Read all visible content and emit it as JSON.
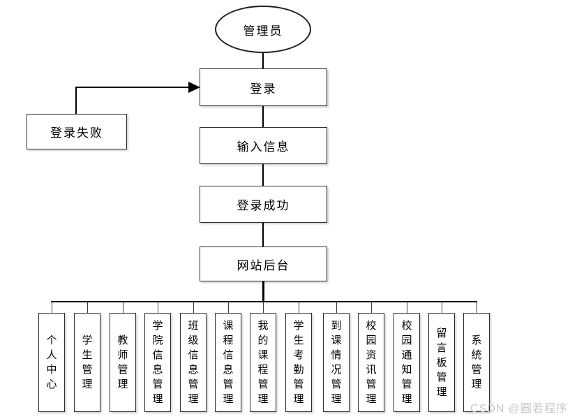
{
  "diagram": {
    "actor": "管理员",
    "flow": {
      "login": "登录",
      "login_fail": "登录失败",
      "input_info": "输入信息",
      "login_success": "登录成功",
      "backend": "网站后台"
    },
    "branches": [
      {
        "label": "个人中心"
      },
      {
        "label": "学生管理"
      },
      {
        "label": "教师管理"
      },
      {
        "label": "学院信息管理"
      },
      {
        "label": "班级信息管理"
      },
      {
        "label": "课程信息管理"
      },
      {
        "label": "我的课程管理"
      },
      {
        "label": "学生考勤管理"
      },
      {
        "label": "到课情况管理"
      },
      {
        "label": "校园资讯管理"
      },
      {
        "label": "校园通知管理"
      },
      {
        "label": "留言板管理"
      },
      {
        "label": "系统管理"
      }
    ]
  },
  "watermark": "CSDN @圆若程序",
  "colors": {
    "background": "#ffffff",
    "box_fill": "#ffffff",
    "box_border": "#2e2e2e",
    "line": "#000000",
    "text": "#000000",
    "watermark": "#c8c8c8"
  }
}
